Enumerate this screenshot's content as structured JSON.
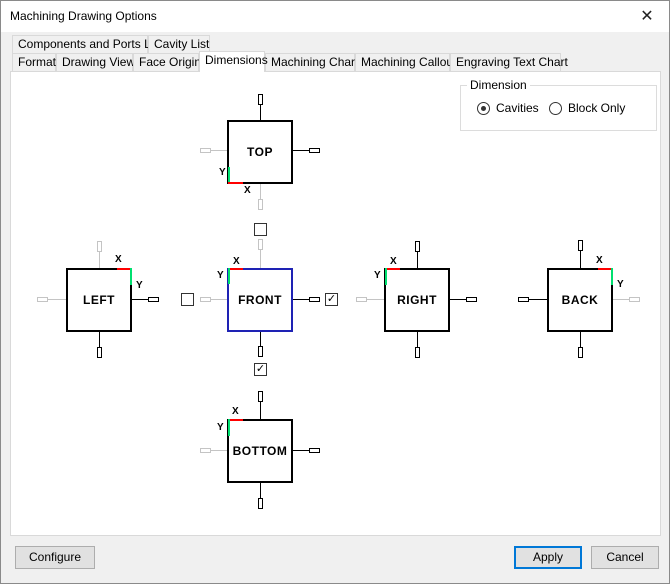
{
  "window": {
    "title": "Machining Drawing Options",
    "close_glyph": "✕"
  },
  "tabs_row1": [
    "Components and Ports List",
    "Cavity List"
  ],
  "tabs_row2": [
    "Format",
    "Drawing View",
    "Face Origin",
    "Dimensions",
    "Machining Chart",
    "Machining Callout",
    "Engraving Text Chart"
  ],
  "active_tab": "Dimensions",
  "dimension_group": {
    "label": "Dimension",
    "options": [
      "Cavities",
      "Block Only"
    ],
    "selected": "Cavities"
  },
  "faces": {
    "top": "TOP",
    "left": "LEFT",
    "front": "FRONT",
    "right": "RIGHT",
    "back": "BACK",
    "bottom": "BOTTOM"
  },
  "axis_labels": {
    "x": "X",
    "y": "Y"
  },
  "colors": {
    "x_axis": "#ff0000",
    "y_axis": "#00e070",
    "selected_face": "#1e22b4"
  },
  "checkboxes": {
    "front_top": false,
    "front_left": false,
    "front_right": true,
    "front_bottom": true
  },
  "check_glyph": "✓",
  "buttons": {
    "configure": "Configure",
    "apply": "Apply",
    "cancel": "Cancel"
  }
}
